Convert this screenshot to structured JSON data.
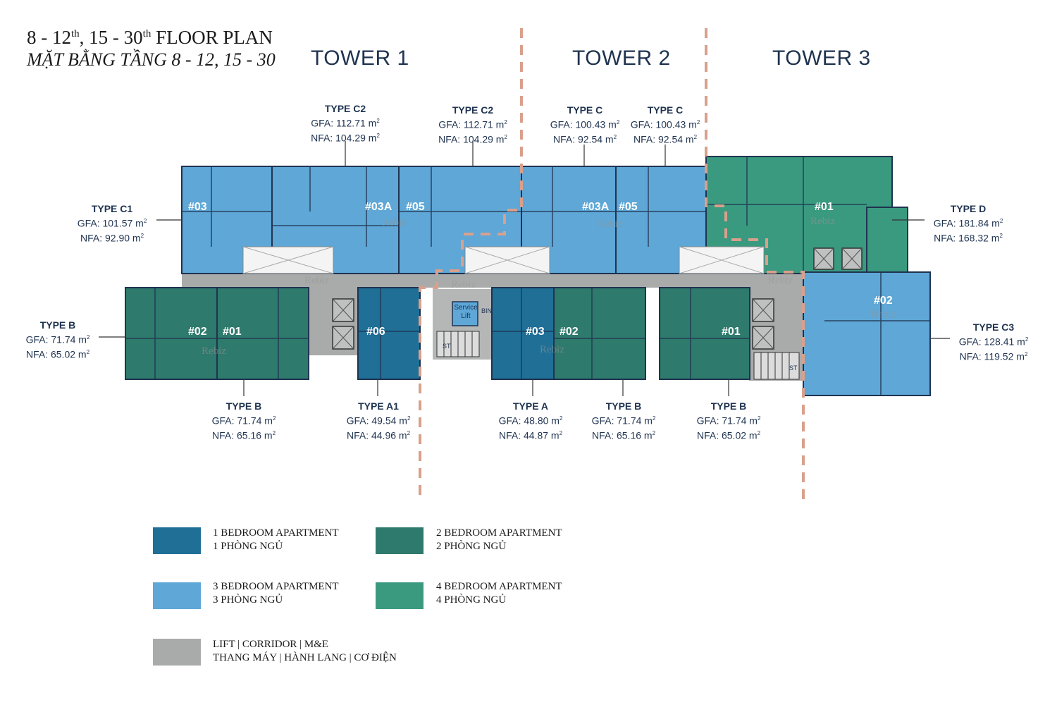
{
  "title": {
    "line1_pre": "8 - 12",
    "line1_sup1": "th",
    "line1_mid": ", 15 - 30",
    "line1_sup2": "th",
    "line1_post": " FLOOR PLAN",
    "line2": "MẶT BẰNG TẦNG 8 - 12, 15 - 30"
  },
  "towers": [
    "TOWER 1",
    "TOWER 2",
    "TOWER 3"
  ],
  "unit_types": [
    {
      "type": "TYPE C2",
      "gfa": "GFA: 112.71 m",
      "nfa": "NFA: 104.29 m"
    },
    {
      "type": "TYPE C2",
      "gfa": "GFA: 112.71 m",
      "nfa": "NFA: 104.29 m"
    },
    {
      "type": "TYPE C",
      "gfa": "GFA: 100.43 m",
      "nfa": "NFA: 92.54 m"
    },
    {
      "type": "TYPE C",
      "gfa": "GFA: 100.43 m",
      "nfa": "NFA: 92.54 m"
    },
    {
      "type": "TYPE C1",
      "gfa": "GFA: 101.57 m",
      "nfa": "NFA: 92.90 m"
    },
    {
      "type": "TYPE D",
      "gfa": "GFA: 181.84 m",
      "nfa": "NFA: 168.32 m"
    },
    {
      "type": "TYPE B",
      "gfa": "GFA: 71.74 m",
      "nfa": "NFA: 65.02 m"
    },
    {
      "type": "TYPE C3",
      "gfa": "GFA: 128.41 m",
      "nfa": "NFA: 119.52 m"
    },
    {
      "type": "TYPE B",
      "gfa": "GFA: 71.74 m",
      "nfa": "NFA: 65.16 m"
    },
    {
      "type": "TYPE A1",
      "gfa": "GFA: 49.54 m",
      "nfa": "NFA: 44.96 m"
    },
    {
      "type": "TYPE A",
      "gfa": "GFA: 48.80 m",
      "nfa": "NFA: 44.87 m"
    },
    {
      "type": "TYPE B",
      "gfa": "GFA: 71.74 m",
      "nfa": "NFA: 65.16 m"
    },
    {
      "type": "TYPE B",
      "gfa": "GFA: 71.74 m",
      "nfa": "NFA: 65.02 m"
    }
  ],
  "area_unit_sup": "2",
  "unit_numbers": [
    "#03",
    "#03A",
    "#05",
    "#03A",
    "#05",
    "#01",
    "#02",
    "#01",
    "#06",
    "#03",
    "#02",
    "#01",
    "#02"
  ],
  "core_labels": {
    "service_lift": "Service Lift",
    "bin": "BIN",
    "st1": "ST",
    "st2": "ST"
  },
  "watermark": "Rebiz",
  "colors": {
    "one_bedroom": "#1f6f97",
    "two_bedroom": "#2e7a6c",
    "three_bedroom": "#5ea7d6",
    "four_bedroom": "#3a9a80",
    "corridor": "#a9abab",
    "divider": "#d9a08c",
    "text": "#1f3350"
  },
  "legend": [
    {
      "line1": "1 BEDROOM APARTMENT",
      "line2": "1 PHÒNG NGỦ"
    },
    {
      "line1": "2 BEDROOM APARTMENT",
      "line2": "2 PHÒNG NGỦ"
    },
    {
      "line1": "3 BEDROOM APARTMENT",
      "line2": "3 PHÒNG NGỦ"
    },
    {
      "line1": "4 BEDROOM APARTMENT",
      "line2": "4 PHÒNG NGỦ"
    },
    {
      "line1": "LIFT | CORRIDOR | M&E",
      "line2": "THANG MÁY | HÀNH LANG | CƠ ĐIỆN"
    }
  ]
}
